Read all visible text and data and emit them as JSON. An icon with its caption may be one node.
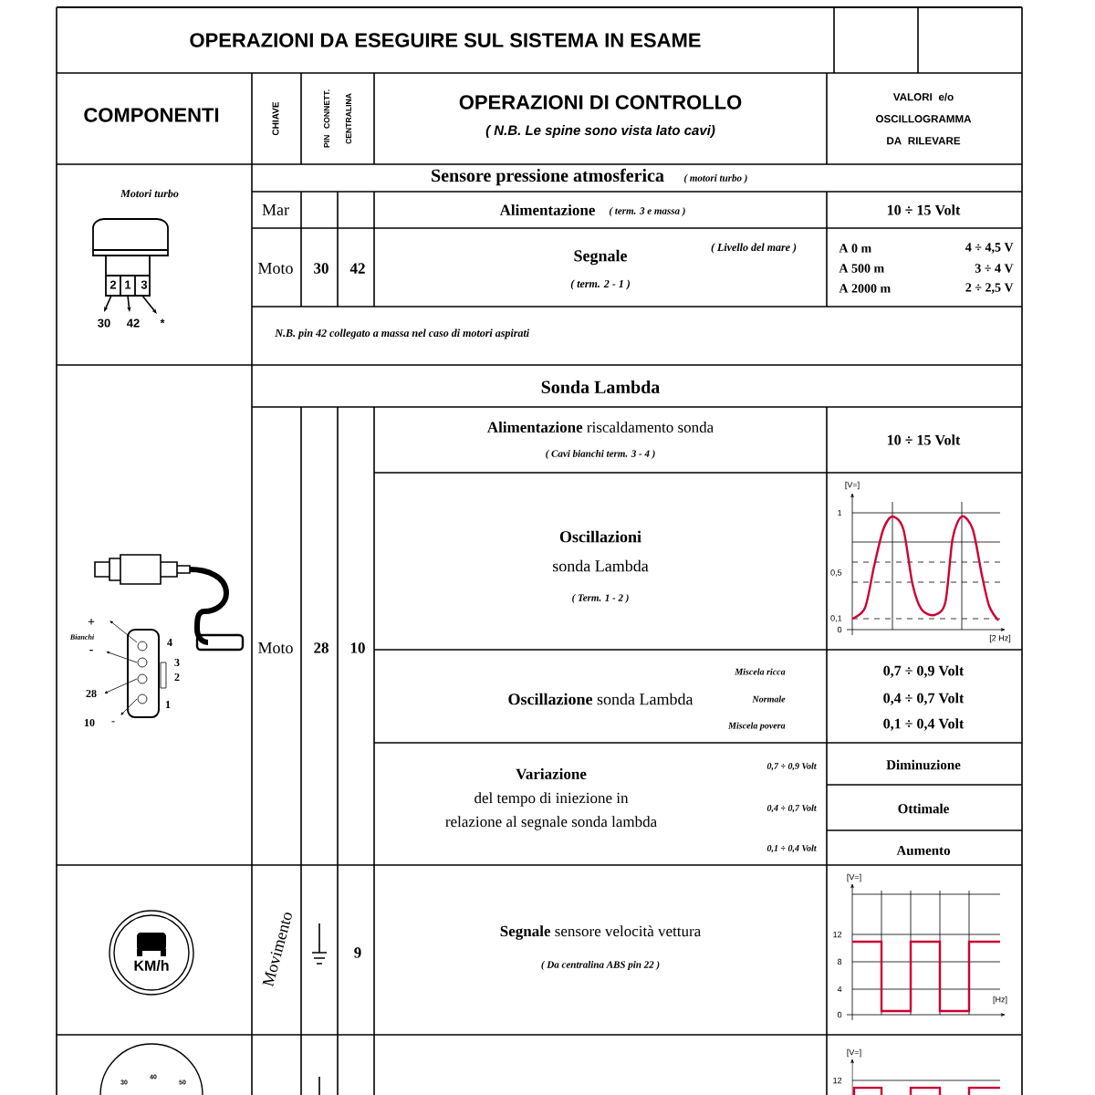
{
  "diagram": {
    "labels": [
      "OPERAZIONI DA ESEGUIRE SUL SISTEMA IN ESAME",
      "COMPONENTI",
      "CHIAVE",
      "PIN CONNETT. CENTRALINA",
      "OPERAZIONI DI CONTROLLO",
      "( N.B. Le spine sono vista lato cavi)",
      "VALORI e/o OSCILLOGRAMMA DA RILEVARE",
      "Motori turbo",
      "2",
      "1",
      "3",
      "30",
      "42",
      "*",
      "Sensore pressione atmosferica",
      "( motori turbo )",
      "Mar",
      "Alimentazione",
      "( term.  3 e massa )",
      "10 ÷ 15  Volt",
      "Moto",
      "30",
      "42",
      "( Livello del mare )",
      "Segnale",
      "( term. 2 - 1 )",
      "A 0 m",
      "4 ÷ 4,5  V",
      "A 500 m",
      "3 ÷ 4  V",
      "A 2000 m",
      "2 ÷ 2,5  V",
      "N.B.  pin 42 collegato a massa nel caso di motori aspirati",
      "Sonda Lambda",
      "+",
      "Bianchi",
      "-",
      "4",
      "3",
      "2",
      "1",
      "28",
      "10",
      "-",
      "Moto",
      "28",
      "10",
      "**Alimentazione** riscaldamento sonda",
      "( Cavi bianchi term. 3 - 4 )",
      "10 ÷ 15  Volt",
      "Oscillazioni",
      "sonda Lambda",
      "( Term. 1 - 2 )",
      "[V=]",
      "1",
      "0,5",
      "0,1",
      "0",
      "[2 Hz]",
      "**Oscillazione** sonda Lambda",
      "Miscela ricca",
      "Normale",
      "Miscela povera",
      "0,7 ÷ 0,9  Volt",
      "0,4 ÷ 0,7  Volt",
      "0,1 ÷ 0,4  Volt",
      "Variazione",
      "del tempo di iniezione in",
      "relazione al segnale sonda lambda",
      "0,7 ÷ 0,9  Volt",
      "0,4 ÷ 0,7  Volt",
      "0,1 ÷ 0,4  Volt",
      "Diminuzione",
      "Ottimale",
      "Aumento",
      "KM/h",
      "Movimento",
      "9",
      "**Segnale** sensore velocità vettura",
      "( Da centralina ABS  pin 22 )",
      "[V=]",
      "12",
      "8",
      "4",
      "0",
      "[Hz]",
      "30",
      "40",
      "50",
      "[V=]",
      "12"
    ]
  }
}
